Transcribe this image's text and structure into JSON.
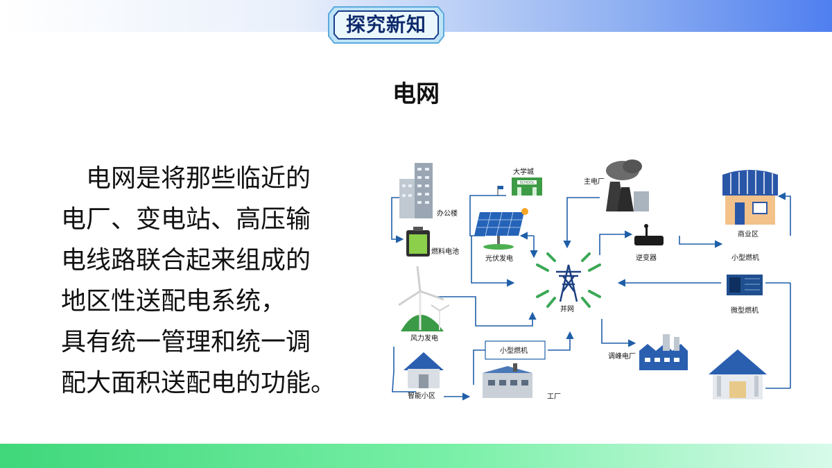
{
  "header": {
    "badge": "探究新知"
  },
  "title": "电网",
  "paragraph": [
    "　电网是将那些临近的",
    "电厂、变电站、高压输",
    "电线路联合起来组成的",
    "地区性送配电系统，",
    "具有统一管理和统一调",
    "配大面积送配电的功能。"
  ],
  "diagram": {
    "nodes": {
      "office": "办公楼",
      "university": "大学城",
      "main_plant": "主电厂",
      "commercial": "商业区",
      "fuel_cell": "燃料电池",
      "solar": "光伏发电",
      "inverter": "逆变器",
      "small_gen_right": "小型燃机",
      "grid": "并网",
      "wind": "风力发电",
      "micro_gen": "微型燃机",
      "small_gen_mid": "小型燃机",
      "peak_plant": "调峰电厂",
      "smart_community": "智能小区",
      "factory": "工厂"
    },
    "school_sign": "SCHOOL",
    "colors": {
      "arrow": "#1f5fa8",
      "grid_green": "#3aa856",
      "tower": "#1b3f80"
    }
  }
}
